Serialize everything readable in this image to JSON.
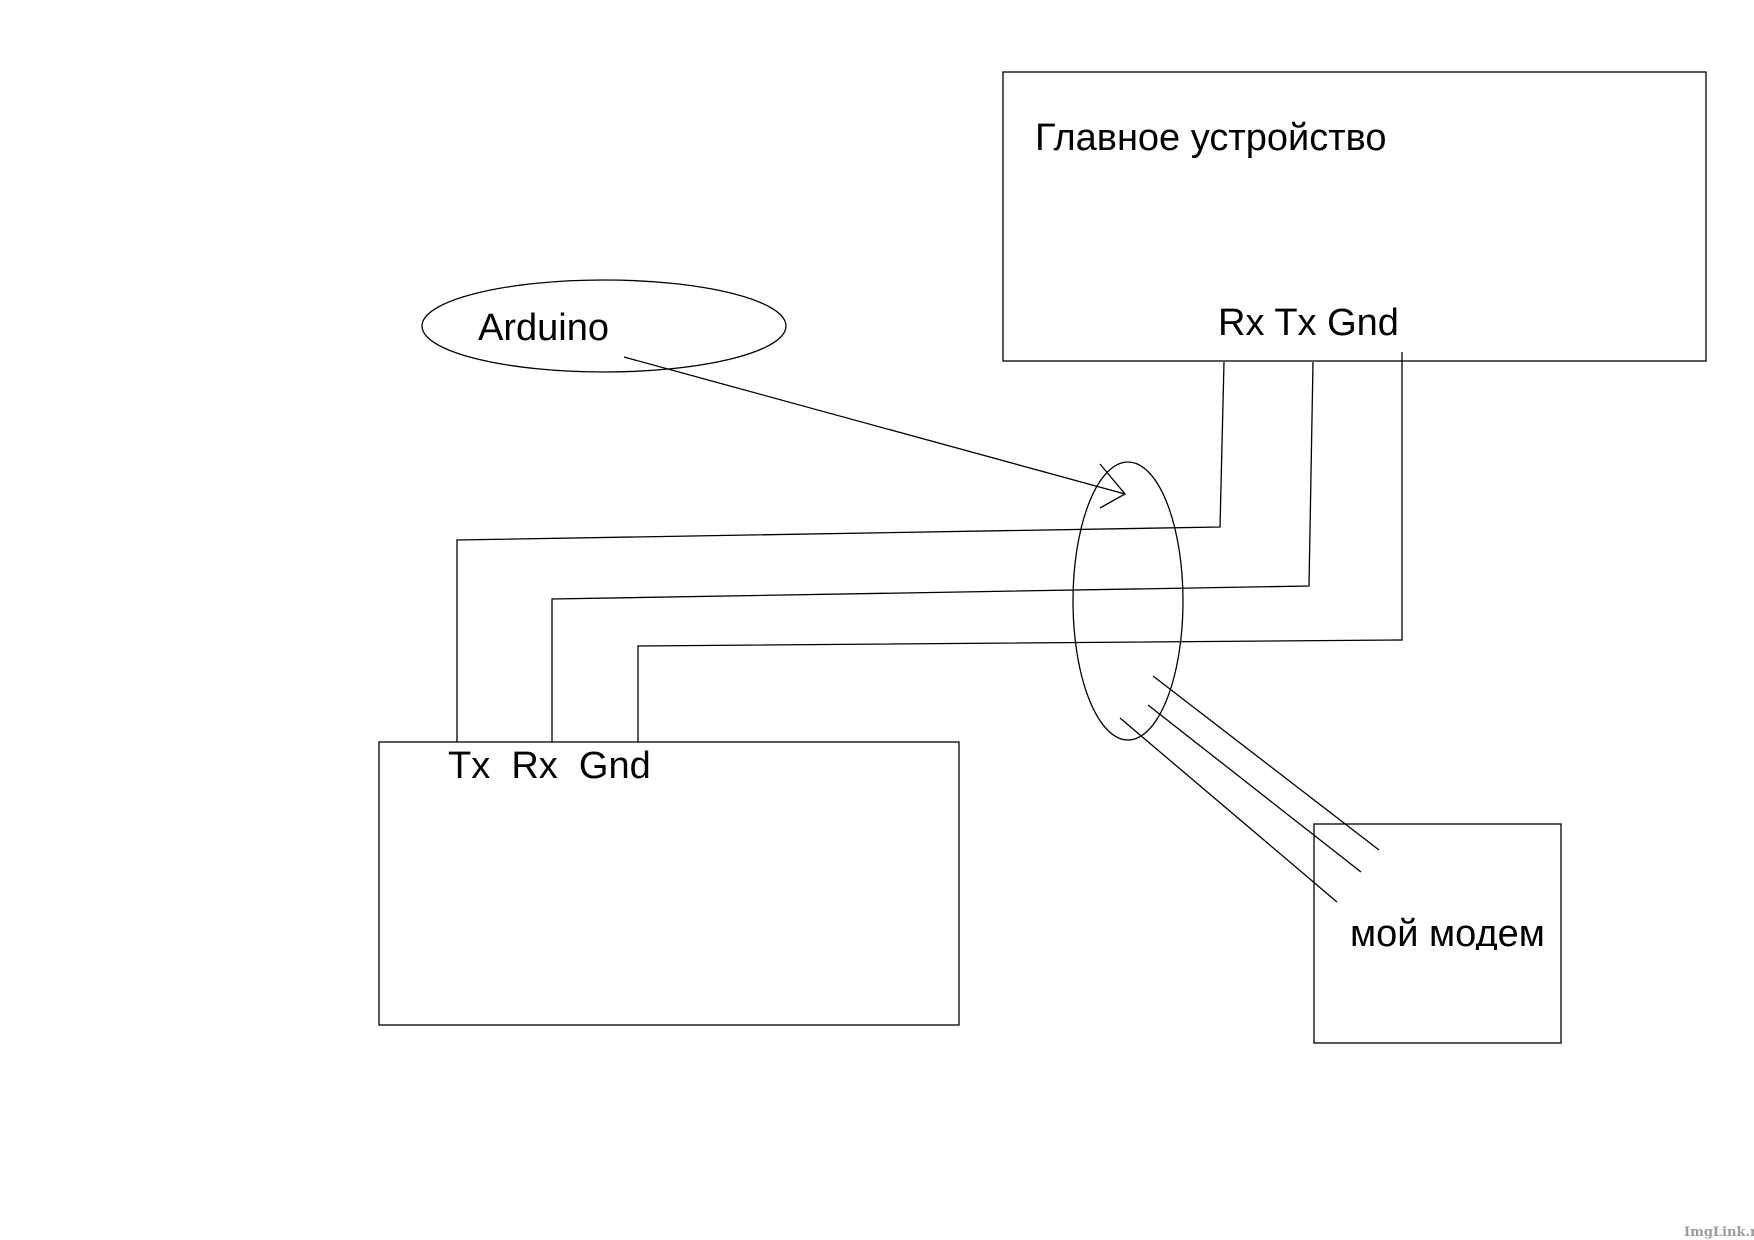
{
  "blocks": {
    "main_device": {
      "title": "Главное устройство",
      "pins": "Rx Tx Gnd"
    },
    "adapter": {
      "title": "Адаптер для опроса и от",
      "pins": "Tx  Rx  Gnd"
    },
    "modem": {
      "title": "мой модем"
    },
    "arduino": {
      "title": "Arduino"
    }
  },
  "watermark": "ImgLink.ru",
  "colors": {
    "line": "#000000",
    "background": "#ffffff",
    "watermark": "#9a9a9a"
  }
}
